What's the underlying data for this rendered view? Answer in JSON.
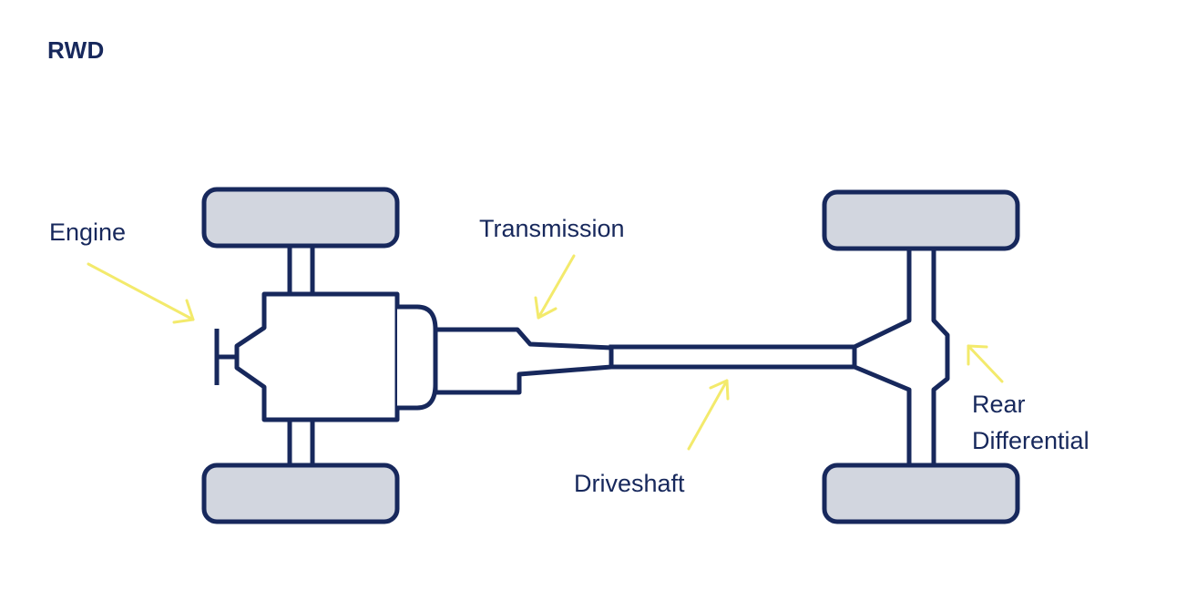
{
  "title": "RWD",
  "labels": {
    "engine": "Engine",
    "transmission": "Transmission",
    "driveshaft": "Driveshaft",
    "rear_differential_line1": "Rear",
    "rear_differential_line2": "Differential"
  },
  "colors": {
    "outline": "#17285c",
    "tire_fill": "#d2d6df",
    "arrow": "#f3ea6c",
    "background": "#ffffff"
  }
}
